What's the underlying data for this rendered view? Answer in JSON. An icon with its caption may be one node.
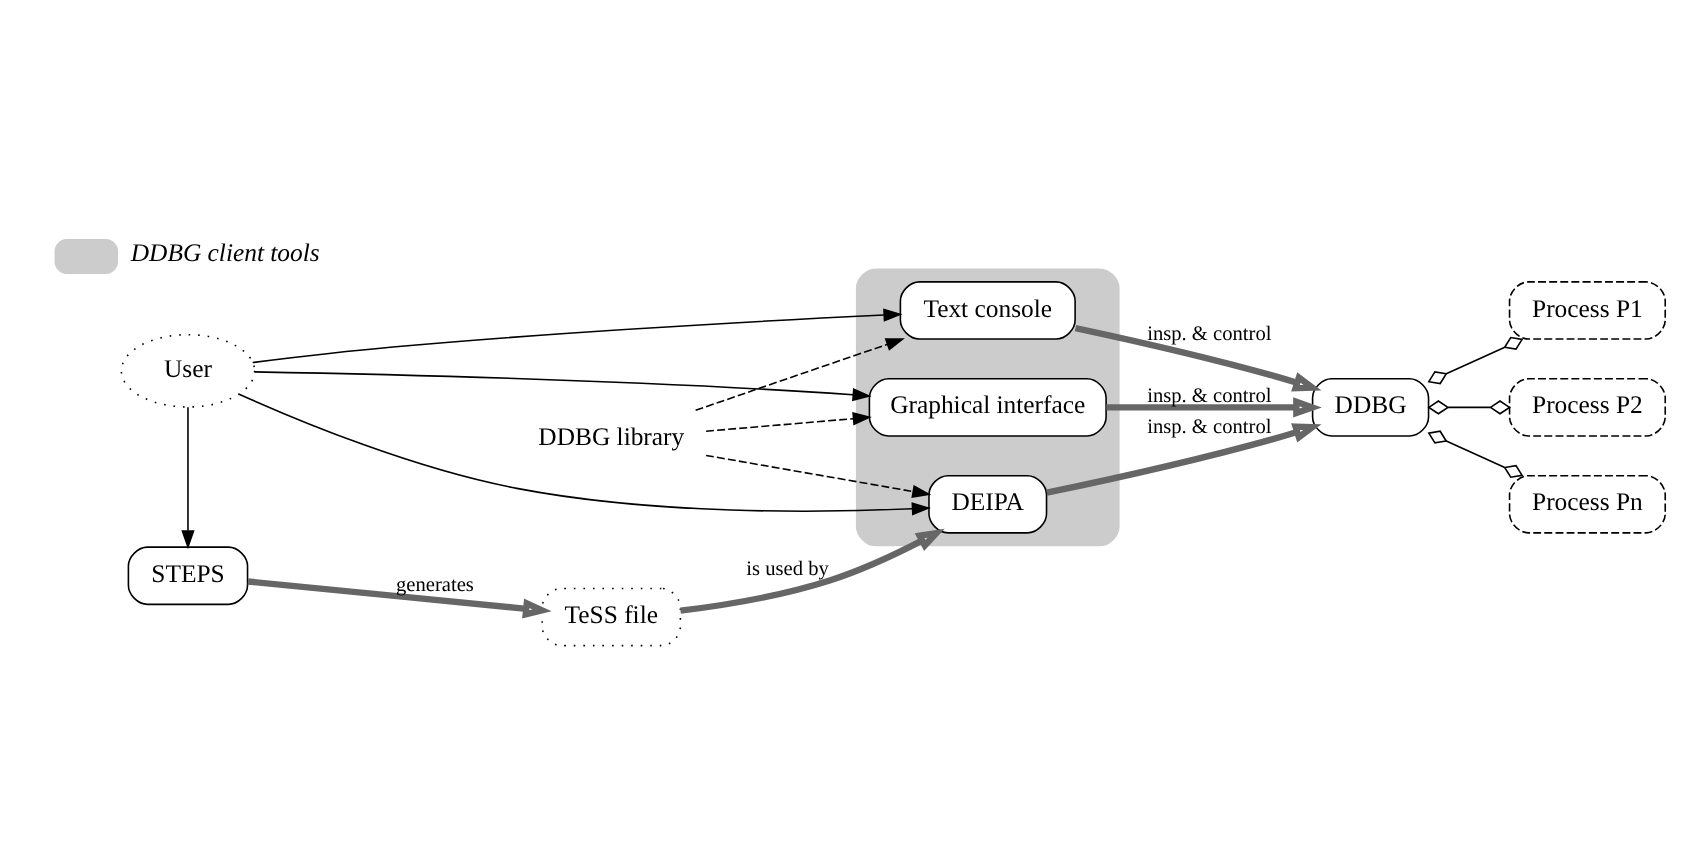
{
  "diagram": {
    "nodes": [
      {
        "text": [],
        "shape": "cloud"
      },
      {
        "text": [
          "STEPS"
        ]
      },
      {
        "text": [
          "TeSS file"
        ]
      },
      {
        "text": [
          "DEIPA"
        ],
        "in": 0
      },
      {
        "text": [
          "Text console"
        ],
        "in": 0
      },
      {
        "text": [
          "DDBG"
        ]
      },
      {
        "text": [
          "Process P1"
        ]
      },
      {
        "text": [
          "Graphical interface"
        ],
        "in": 0
      },
      {
        "text": [
          "Process P2"
        ]
      },
      {
        "text": [
          "Process Pn"
        ]
      },
      {
        "text": [
          "User"
        ]
      },
      {
        "text": [
          "DDBG library"
        ]
      }
    ],
    "edges": [
      {
        "from": 1,
        "to": 2,
        "arrow": "to",
        "label": "generates",
        "style": "thick",
        "color": "#666666"
      },
      {
        "from": 2,
        "to": 3,
        "arrow": "to",
        "label": "is used by",
        "style": "thick",
        "color": "#666666"
      },
      {
        "from": 3,
        "to": 5,
        "arrow": "to",
        "label": "insp. & control",
        "style": "thick",
        "color": "#666666"
      },
      {
        "from": 4,
        "to": 5,
        "arrow": "to",
        "label": "insp. & control",
        "style": "thick",
        "color": "#666666"
      },
      {
        "from": 7,
        "to": 5,
        "arrow": "to",
        "label": "insp. & control",
        "style": "thick",
        "color": "#666666"
      },
      {
        "from": 10,
        "to": 1,
        "arrow": "to"
      },
      {
        "from": 10,
        "to": 3,
        "arrow": "to"
      },
      {
        "from": 10,
        "to": 4,
        "arrow": "to"
      },
      {
        "from": 10,
        "to": 7,
        "arrow": "to"
      },
      {
        "from": 11,
        "to": 3,
        "arrow": "to",
        "style": "dashed"
      },
      {
        "from": 11,
        "to": 4,
        "arrow": "to",
        "style": "dashed"
      },
      {
        "from": 11,
        "to": 7,
        "arrow": "to",
        "style": "dashed"
      },
      {
        "from": 5,
        "to": 6,
        "arrow": "other"
      },
      {
        "from": 5,
        "to": 8,
        "arrow": "other"
      },
      {
        "from": 5,
        "to": 9,
        "arrow": "other"
      }
    ],
    "legend": [
      {
        "text": "DDBG client tools"
      }
    ]
  }
}
